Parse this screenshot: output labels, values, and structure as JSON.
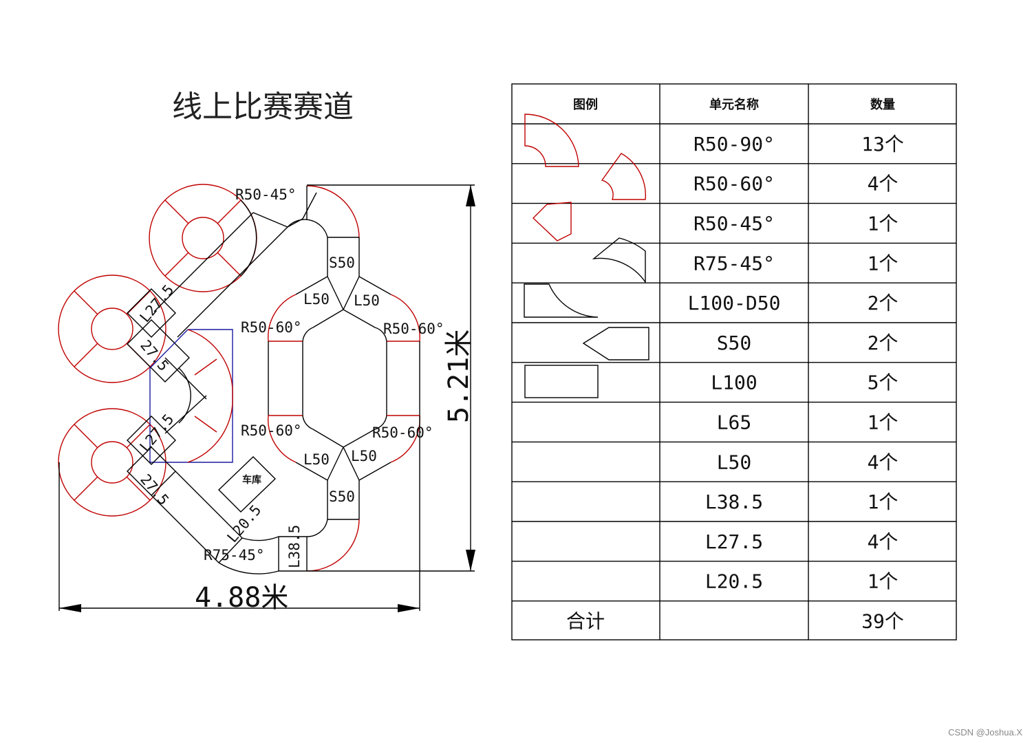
{
  "title": "线上比赛赛道",
  "dimensions": {
    "width": "4.88米",
    "height": "5.21米"
  },
  "track_labels": {
    "r50_45": "R50-45°",
    "r50_60_a": "R50-60°",
    "r50_60_b": "R50-60°",
    "r50_60_c": "R50-60°",
    "r50_60_d": "R50-60°",
    "s50_top": "S50",
    "s50_bottom": "S50",
    "l50_a": "L50",
    "l50_b": "L50",
    "l50_c": "L50",
    "l50_d": "L50",
    "l27_5_a": "L27.5",
    "l27_5_b": "27.5",
    "l27_5_c": "L27.5",
    "l27_5_d": "27.5",
    "l20_5": "L20.5",
    "l38_5": "L38.5",
    "r75_45": "R75-45°",
    "garage": "车库"
  },
  "table": {
    "headers": [
      "图例",
      "单元名称",
      "数量"
    ],
    "rows": [
      {
        "name": "R50-90°",
        "qty": "13个"
      },
      {
        "name": "R50-60°",
        "qty": "4个"
      },
      {
        "name": "R50-45°",
        "qty": "1个"
      },
      {
        "name": "R75-45°",
        "qty": "1个"
      },
      {
        "name": "L100-D50",
        "qty": "2个"
      },
      {
        "name": "S50",
        "qty": "2个"
      },
      {
        "name": "L100",
        "qty": "5个"
      },
      {
        "name": "L65",
        "qty": "1个"
      },
      {
        "name": "L50",
        "qty": "4个"
      },
      {
        "name": "L38.5",
        "qty": "1个"
      },
      {
        "name": "L27.5",
        "qty": "4个"
      },
      {
        "name": "L20.5",
        "qty": "1个"
      }
    ],
    "total_label": "合计",
    "total_qty": "39个"
  },
  "watermark": "CSDN @Joshua.X"
}
